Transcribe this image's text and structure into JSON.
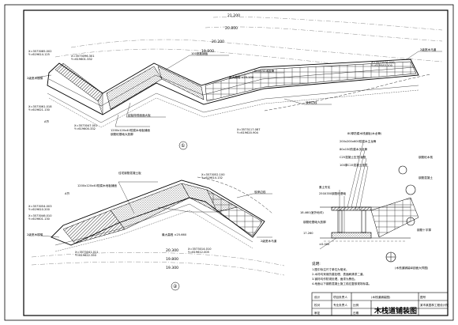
{
  "drawing": {
    "title": "木栈道铺装图",
    "sheet_caption": "(木栈道铺装图)"
  },
  "contours": {
    "top": [
      "21.200",
      "20.800",
      "20.200",
      "19.800"
    ],
    "bottom": [
      "20.300",
      "19.800",
      "19.300"
    ]
  },
  "plan1": {
    "marker": "①",
    "callouts": {
      "board_top": "100宽散铺板",
      "joist": "50×150木龙骨",
      "board_bottom": "起始特别面面大板",
      "boards_spec": "1200x120x40防腐木地板铺面",
      "boards_spec2": "钢筋砼基础大放脚",
      "edge_right": "驳岸边线",
      "stair_left": "2级宽木楼梯",
      "stair_right": "2级宽木马道",
      "elev_mid": "最大高程 ±25.100",
      "mark_a": "A节"
    },
    "coords": [
      "X=3573096.301",
      "Y=619601.332",
      "X=3573085.002",
      "Y=619614.125",
      "X=3573076.020",
      "Y=619583.100",
      "X=3573061.018",
      "Y=619621.130",
      "X=3573117.087",
      "Y=619620.904",
      "X=3573047.001",
      "Y=619600.332"
    ]
  },
  "plan2": {
    "marker": "②",
    "callouts": {
      "joist": "佳宅钢筋混凝土板",
      "boards_spec": "1200x120x40防腐木地板铺面",
      "edge_right": "驳岸边线",
      "stair_left": "2级宽木楼梯",
      "stair_right": "2级宽木马道",
      "elev_mid": "最大高程 ±25.660",
      "mark_a": "A节"
    },
    "coords": [
      "X=3573052.100",
      "Y=619614.132",
      "X=3573054.003",
      "Y=619610.200",
      "X=3573046.010",
      "Y=619601.130",
      "X=3573041.011",
      "Y=619622.350",
      "X=3573014.010",
      "Y=619612.005"
    ]
  },
  "section": {
    "labels": {
      "l1": "80厚防腐木栈道板(木龙骨)",
      "l2": "200x200x600防腐木主龙骨",
      "l3": "80x150防腐木次龙骨",
      "l4": "C25混凝土压顶 钢筋",
      "l5": "100厚C15混凝土垫层",
      "l6": "素土夯实",
      "l7": "250X350钢筋砼基础",
      "l8": "钢筋砼基础大放脚",
      "r1": "钢筋砼木栈",
      "r2": "钢筋混凝土",
      "r3": "钢筋十字撑"
    },
    "elevations": [
      "18.460(室外地坪)",
      "17.260",
      "±0.000"
    ],
    "note_heading": "说明:",
    "notes": [
      "1.图中标注尺寸单位为毫米。",
      "2.木材均采用防腐处理，表面刷清漆二道。",
      "3.钢材均作防锈处理，面漆为黑色。",
      "4.地面以下钢筋混凝土施工前应复核现场标高。"
    ],
    "sub_caption": "(木栈道铺装纵剖面大样图)"
  },
  "title_block": {
    "designer": "设计",
    "checker": "校对",
    "approver": "审定",
    "project_leader": "项目负责人",
    "professional": "专业负责人",
    "drawing_no_label": "图号",
    "scale_label": "比例",
    "date_label": "日期",
    "unit": "某市某园林工程设计院"
  }
}
